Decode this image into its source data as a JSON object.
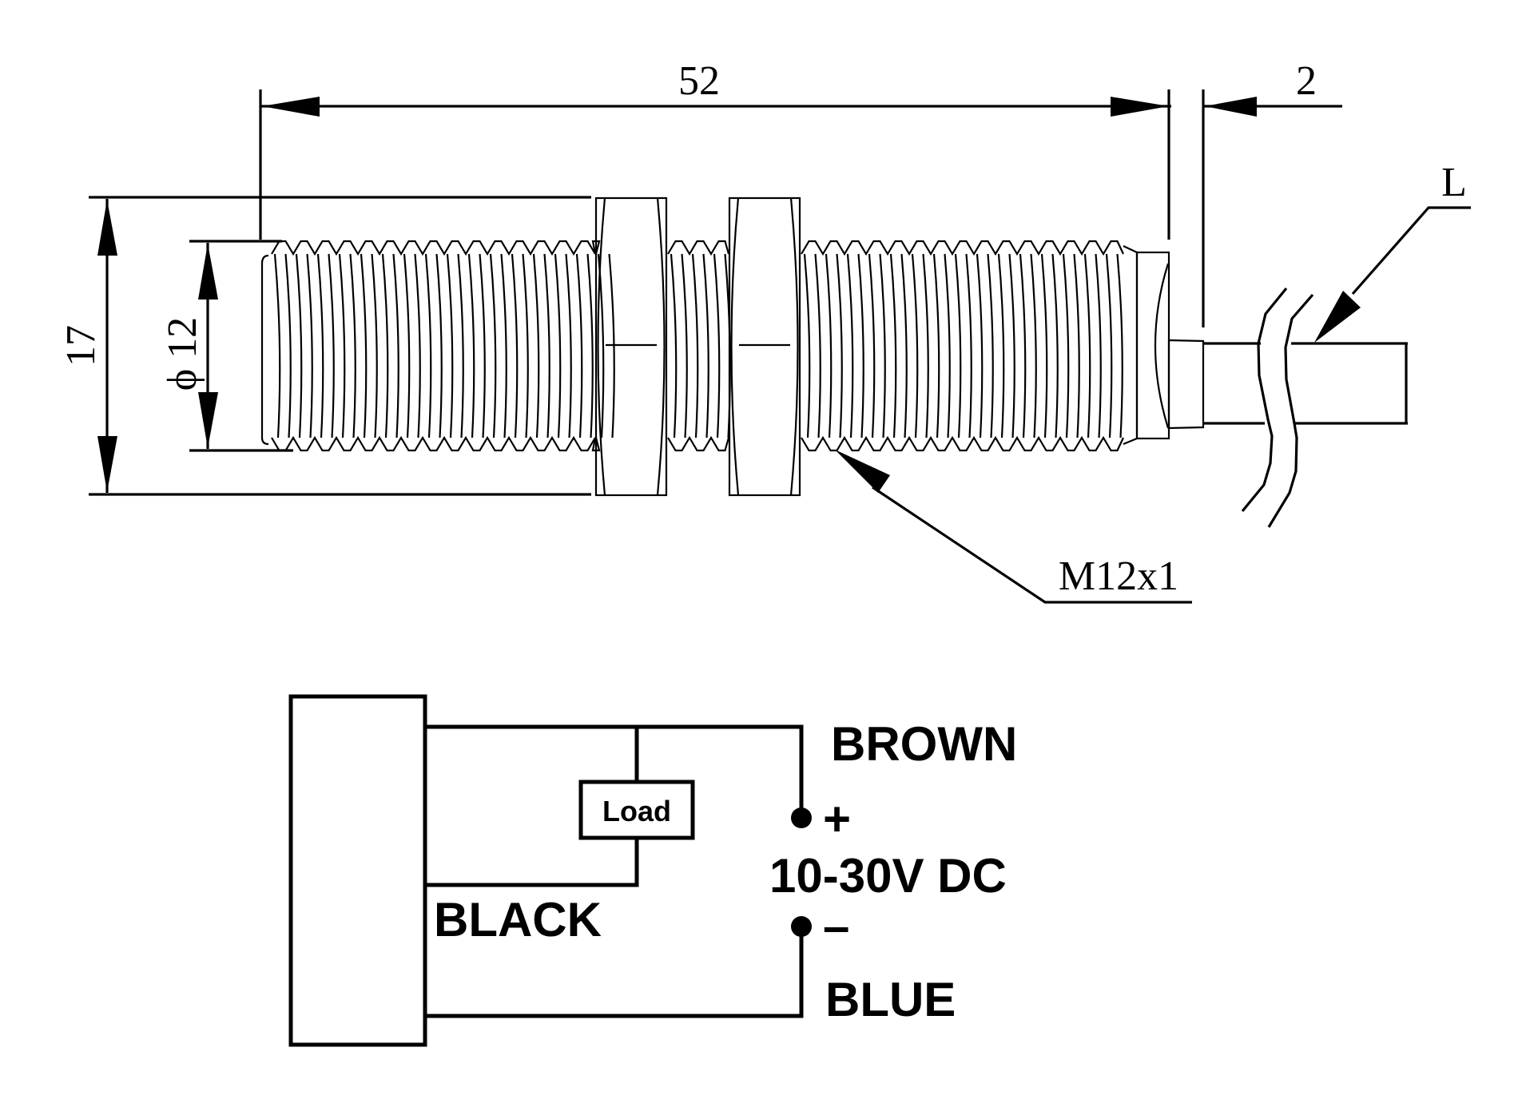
{
  "mechanical_drawing": {
    "dimensions": {
      "body_length": "52",
      "sensing_face_offset": "2",
      "nut_width": "17",
      "diameter": "ϕ 12",
      "thread_spec": "M12x1",
      "cable_length": "L"
    }
  },
  "wiring_diagram": {
    "load_label": "Load",
    "wires": {
      "brown": "BROWN",
      "black": "BLACK",
      "blue": "BLUE"
    },
    "supply": {
      "positive": "+",
      "negative": "–",
      "voltage": "10-30V DC"
    }
  }
}
